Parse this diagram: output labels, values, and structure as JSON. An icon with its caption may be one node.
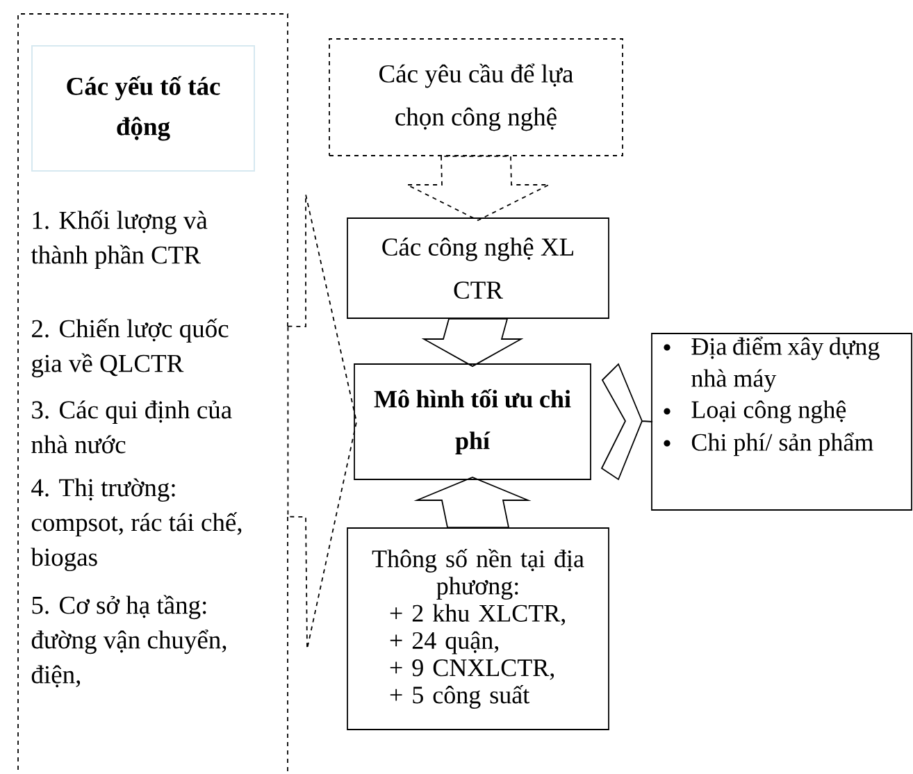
{
  "diagram": {
    "nodes": [
      {
        "text": [
          "1. Khối lượng và thành phần CTR",
          "2. Chiến lược quốc gia về QLCTR",
          "3. Các qui định của nhà nước",
          "4. Thị trường: compsot, rác tái chế, biogas",
          "5. Cơ sở hạ tầng: đường vận chuyển, điện,"
        ]
      },
      {
        "text": [
          "Các yếu tố tác động"
        ],
        "in": 0
      },
      {
        "text": [
          "Các yêu cầu để lựa chọn công nghệ"
        ]
      },
      {
        "text": [
          "Các công nghệ XL CTR"
        ]
      },
      {
        "text": [
          "Mô hình tối ưu chi phí"
        ]
      },
      {
        "text": [
          "Địa điểm xây dựng nhà máy",
          "Loại công nghệ",
          "Chi phí/ sản phẩm"
        ]
      },
      {
        "text": [
          "Thông số nền tại địa phương:",
          "+ 2 khu XLCTR,",
          "+ 24 quận,",
          "+ 9 CNXLCTR,",
          "+ 5 công  suất"
        ]
      }
    ],
    "edges": [
      {
        "from": 0,
        "to": 4,
        "arrow": "to",
        "style": "dashed"
      },
      {
        "from": 2,
        "to": 3,
        "arrow": "to",
        "style": "dashed"
      },
      {
        "from": 3,
        "to": 4,
        "arrow": "to"
      },
      {
        "from": 6,
        "to": 4,
        "arrow": "to"
      },
      {
        "from": 4,
        "to": 5,
        "arrow": "to"
      }
    ]
  }
}
